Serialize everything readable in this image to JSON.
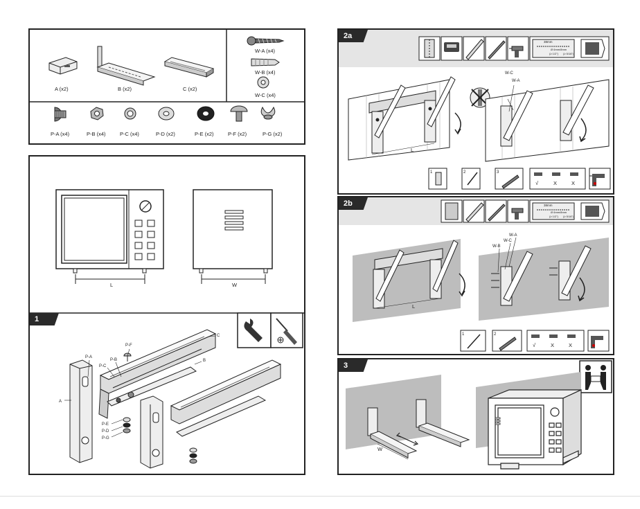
{
  "parts": {
    "main": [
      {
        "id": "A",
        "label": "A (x2)"
      },
      {
        "id": "B",
        "label": "B (x2)"
      },
      {
        "id": "C",
        "label": "C (x2)"
      }
    ],
    "wall": [
      {
        "id": "W-A",
        "label": "W-A (x4)"
      },
      {
        "id": "W-B",
        "label": "W-B (x4)"
      },
      {
        "id": "W-C",
        "label": "W-C (x4)"
      }
    ],
    "hardware": [
      {
        "id": "P-A",
        "label": "P-A (x4)"
      },
      {
        "id": "P-B",
        "label": "P-B (x4)"
      },
      {
        "id": "P-C",
        "label": "P-C (x4)"
      },
      {
        "id": "P-D",
        "label": "P-D (x2)"
      },
      {
        "id": "P-E",
        "label": "P-E (x2)"
      },
      {
        "id": "P-F",
        "label": "P-F (x2)"
      },
      {
        "id": "P-G",
        "label": "P-G (x2)"
      }
    ]
  },
  "measure": {
    "length": "L",
    "width": "W"
  },
  "steps": [
    {
      "num": "1"
    },
    {
      "num": "2a"
    },
    {
      "num": "2b"
    },
    {
      "num": "3"
    }
  ],
  "step1": {
    "callouts": [
      "P-A",
      "P-F",
      "P-C",
      "P-B",
      "C",
      "B",
      "A",
      "P-E",
      "P-D",
      "P-G"
    ]
  },
  "step2a": {
    "callouts": [
      "W-C",
      "W-A"
    ],
    "dim": "L",
    "drill_spec": [
      "38mm",
      "Ø 6mm/8mm",
      "(≥ 1/2\")",
      "(≥ 5/16\")"
    ],
    "checks": [
      "√",
      "X",
      "X"
    ],
    "seq": [
      "1",
      "2",
      "3"
    ]
  },
  "step2b": {
    "callouts": [
      "W-A",
      "W-C",
      "W-B"
    ],
    "dim": "L",
    "drill_spec": [
      "38mm",
      "Ø 6mm/8mm",
      "(≥ 1/2\")",
      "(≥ 5/16\")"
    ],
    "checks": [
      "√",
      "X",
      "X"
    ],
    "seq": [
      "1",
      "2"
    ]
  },
  "step3": {
    "dim": "W"
  }
}
